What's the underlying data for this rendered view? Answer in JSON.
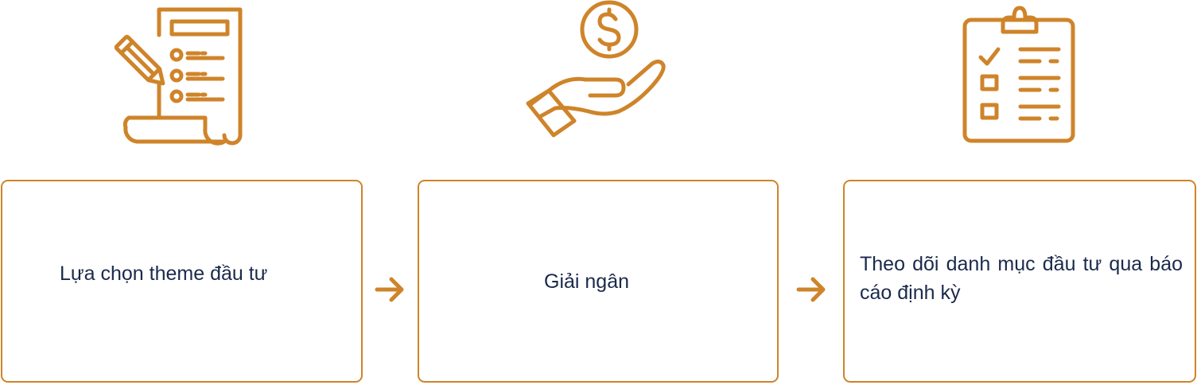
{
  "accent_color": "#CF842A",
  "text_color": "#1B2A4B",
  "steps": [
    {
      "label": "Lựa chọn theme đầu tư",
      "icon": "document-pencil-icon"
    },
    {
      "label": "Giải ngân",
      "icon": "hand-dollar-icon"
    },
    {
      "label": "Theo dõi danh mục đầu tư qua báo cáo định kỳ",
      "icon": "clipboard-checklist-icon"
    }
  ],
  "connectors": [
    "arrow-right-icon",
    "arrow-right-icon"
  ]
}
